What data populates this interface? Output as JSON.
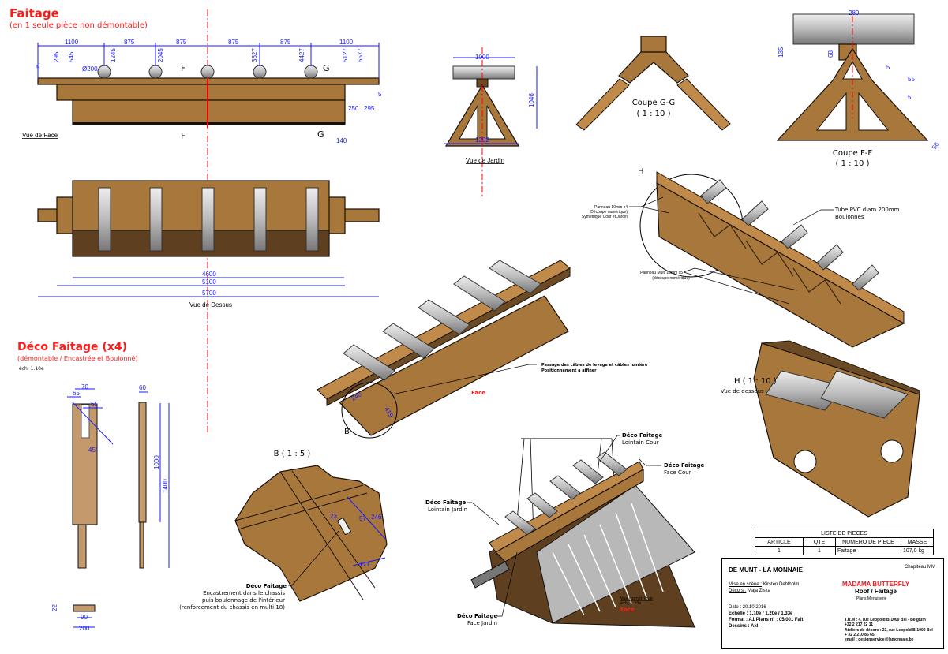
{
  "colors": {
    "wood": "#a8773c",
    "dimension": "#1a1aff",
    "title_red": "#ff1a1a",
    "centerline": "#ff0000"
  },
  "faitage": {
    "title": "Faitage",
    "subtitle": "(en 1 seule pièce non démontable)"
  },
  "vue_face": {
    "label": "Vue de Face",
    "top_dims": [
      "1100",
      "875",
      "875",
      "875",
      "875",
      "1100"
    ],
    "vert_dims": [
      "295",
      "545",
      "1245",
      "2045",
      "3627",
      "4427",
      "5127",
      "5577"
    ],
    "diameter": "Ø200",
    "dim_left": "5",
    "dim_right": "5",
    "dim_250": "250",
    "dim_295": "295",
    "dim_140": "140",
    "section_f": "F",
    "section_g": "G"
  },
  "vue_dessus": {
    "label": "Vue de Dessus",
    "dims": [
      "4600",
      "5100",
      "5700"
    ]
  },
  "vue_jardin": {
    "label": "Vue de Jardin",
    "width_top": "1000",
    "height": "1046",
    "width_base": "1292"
  },
  "coupe_gg": {
    "title": "Coupe G-G",
    "scale": "( 1 : 10 )"
  },
  "coupe_ff": {
    "title": "Coupe F-F",
    "scale": "( 1 : 10 )",
    "dims": [
      "280",
      "135",
      "68",
      "5",
      "55",
      "5",
      "58"
    ]
  },
  "detail_h": {
    "marker": "H",
    "panneau_10": [
      "Panneau 10mm x4",
      "(Découpe numérique)",
      "Symétrique Cour et Jardin"
    ],
    "tube": [
      "Tube PVC diam 200mm",
      "Boulonnés"
    ],
    "panneau_multi": [
      "Panneau Multi 10mm x5",
      "(découpe numérique)"
    ],
    "view_title": "H ( 1 : 10 )",
    "view_sub": "Vue de dessous"
  },
  "main_iso": {
    "cable_note": [
      "Passage des câbles de levage et câbles lumière",
      "Positionnement à affiner"
    ],
    "face": "Face",
    "marker_b": "B",
    "dim_240": "240",
    "dim_419": "419"
  },
  "deco": {
    "title": "Déco Faitage (x4)",
    "subtitle": "(démontable / Encastrée et Boulonné)",
    "scale": "éch. 1.10e",
    "dims": {
      "d70": "70",
      "d65a": "65",
      "d65b": "65",
      "angle": "45°",
      "d60": "60",
      "d1000": "1000",
      "d1400": "1400",
      "d22": "22",
      "d90": "90",
      "d200": "200"
    }
  },
  "detail_b": {
    "title": "B ( 1 : 5 )",
    "dims": [
      "23",
      "57",
      "246",
      "171"
    ],
    "callout_title": "Déco Faitage",
    "callout": [
      "Encastrement dans le chassis",
      "puis boulonnage de l'intérieur",
      "(renforcement du chassis en multi 18)"
    ]
  },
  "iso": {
    "lointain_cour": [
      "Déco Faitage",
      "Lointain Cour"
    ],
    "face_cour": [
      "Déco Faitage",
      "Face Cour"
    ],
    "lointain_jardin": [
      "Déco Faitage",
      "Lointain Jardin"
    ],
    "face_jardin": [
      "Déco Faitage",
      "Face Jardin"
    ],
    "view": "Vue Isométrique",
    "scale": "éch. 1.33e",
    "face": "Face"
  },
  "parts_list": {
    "title": "LISTE DE PIECES",
    "headers": [
      "ARTICLE",
      "QTE",
      "NUMERO DE PIECE",
      "MASSE"
    ],
    "rows": [
      [
        "1",
        "1",
        "Faitage",
        "107,0 kg"
      ]
    ]
  },
  "title_block": {
    "company": "DE MUNT - LA MONNAIE",
    "production": "Chapiteau MM",
    "mise_label": "Mise en scène :",
    "mise": "Kirsten Dehlholm",
    "decors_label": "Décors :",
    "decors": "Maja Ziska",
    "opera": "MADAMA BUTTERFLY",
    "part": "Roof / Faitage",
    "plans": "Plans Menuiserie",
    "date": "Date : 20.10.2016",
    "echelle": "Echelle : 1.10e / 1.20e / 1.33e",
    "format": "Format : A1 Plans n° : 05/001 Fait",
    "dessins": "Dessins : Axl.",
    "trm": "T.R.M : 4, rue Leopold B-1000 Bxl - Belgium",
    "trm_tel": "+32 2 217 22 11",
    "ateliers": "Ateliers de décors : 23, rue Leopold B-1000 Bxl",
    "ateliers_tel": "+ 32 2 210 85 65",
    "email": "email : designservice@lamonnaie.be"
  }
}
